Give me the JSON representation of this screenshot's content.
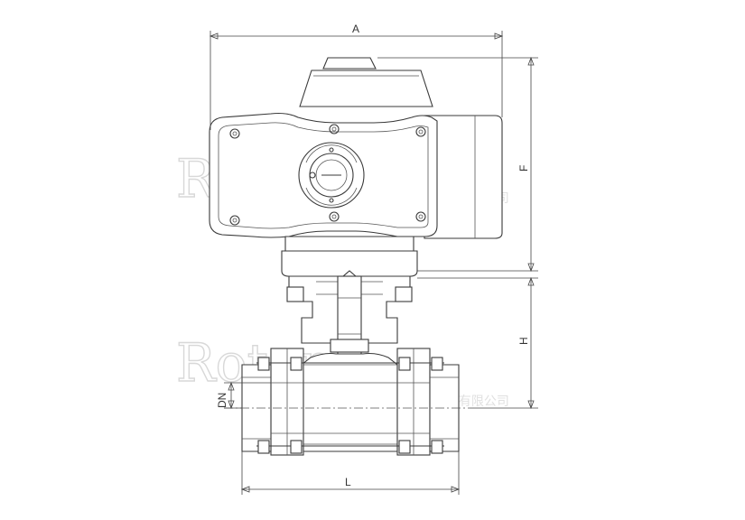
{
  "dimensions": {
    "a": "A",
    "f": "F",
    "h": "H",
    "dn": "DN",
    "l": "L"
  },
  "watermark": {
    "brand": "Rotond",
    "company": "罗兰自控阀门(上海)有限公司"
  },
  "colors": {
    "line": "#3a3a3a",
    "watermark": "#d8d8d8"
  }
}
